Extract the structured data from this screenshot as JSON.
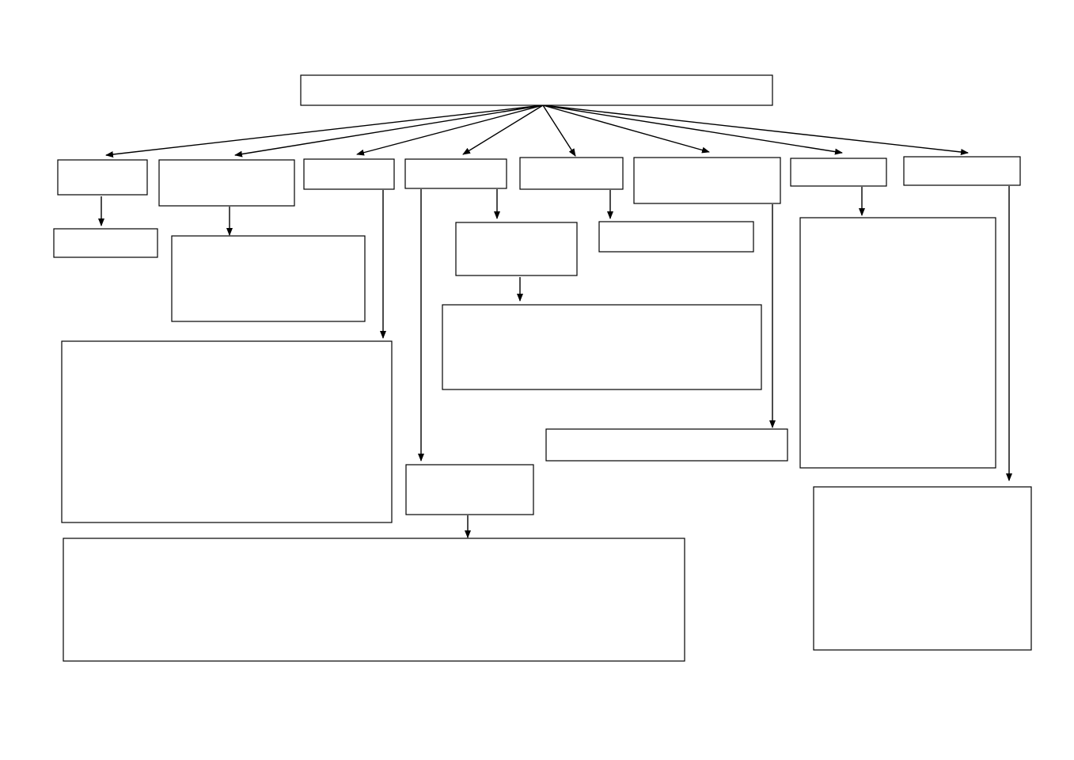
{
  "diagram": {
    "type": "concept-map",
    "line_color": "#000000",
    "box_fill": "#ffffff",
    "nodes": [
      {
        "id": "root",
        "text": ""
      },
      {
        "id": "c1",
        "text": ""
      },
      {
        "id": "c2",
        "text": ""
      },
      {
        "id": "c3",
        "text": ""
      },
      {
        "id": "c4",
        "text": ""
      },
      {
        "id": "c5",
        "text": ""
      },
      {
        "id": "c6",
        "text": ""
      },
      {
        "id": "c7",
        "text": ""
      },
      {
        "id": "c8",
        "text": ""
      },
      {
        "id": "c1-sub",
        "text": ""
      },
      {
        "id": "c2-sub",
        "text": ""
      },
      {
        "id": "c3-sub",
        "text": ""
      },
      {
        "id": "c4-sub-a",
        "text": ""
      },
      {
        "id": "c4-sub-b",
        "text": ""
      },
      {
        "id": "c4-sub-c",
        "text": ""
      },
      {
        "id": "c4-sub-d",
        "text": ""
      },
      {
        "id": "c5-sub",
        "text": ""
      },
      {
        "id": "c6-sub",
        "text": ""
      },
      {
        "id": "c7-sub",
        "text": ""
      },
      {
        "id": "c8-sub",
        "text": ""
      }
    ],
    "edges": [
      {
        "from": "root",
        "to": "c1"
      },
      {
        "from": "root",
        "to": "c2"
      },
      {
        "from": "root",
        "to": "c3"
      },
      {
        "from": "root",
        "to": "c4"
      },
      {
        "from": "root",
        "to": "c5"
      },
      {
        "from": "root",
        "to": "c6"
      },
      {
        "from": "root",
        "to": "c7"
      },
      {
        "from": "root",
        "to": "c8"
      },
      {
        "from": "c1",
        "to": "c1-sub"
      },
      {
        "from": "c2",
        "to": "c2-sub"
      },
      {
        "from": "c3",
        "to": "c3-sub"
      },
      {
        "from": "c4",
        "to": "c4-sub-a"
      },
      {
        "from": "c4-sub-a",
        "to": "c4-sub-b"
      },
      {
        "from": "c4",
        "to": "c4-sub-c"
      },
      {
        "from": "c4-sub-c",
        "to": "c4-sub-d"
      },
      {
        "from": "c5",
        "to": "c5-sub"
      },
      {
        "from": "c6",
        "to": "c6-sub"
      },
      {
        "from": "c7",
        "to": "c7-sub"
      },
      {
        "from": "c8",
        "to": "c8-sub"
      }
    ]
  }
}
